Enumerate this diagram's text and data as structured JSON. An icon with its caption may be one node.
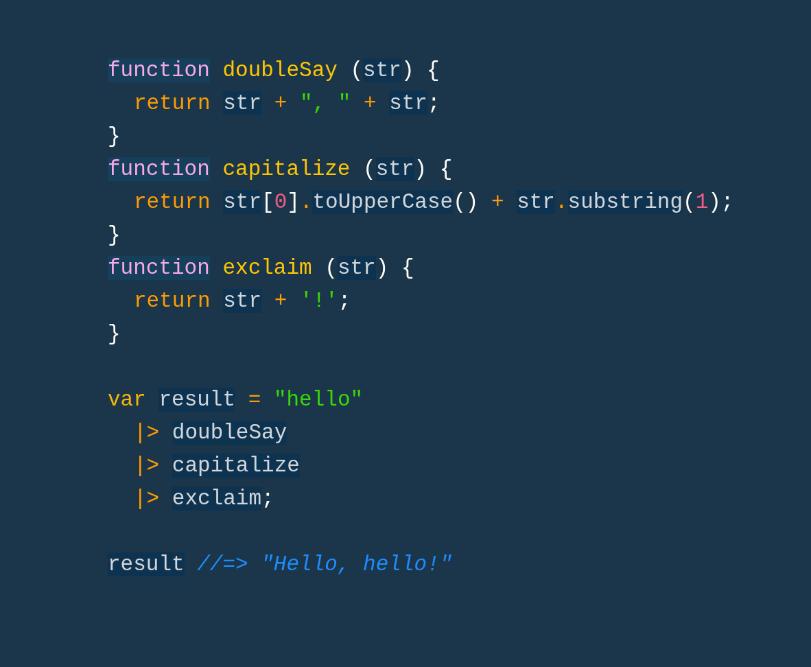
{
  "diagram": {
    "labels": [
      "function doubleSay (str) {",
      "return str + \", \" + str;",
      "}",
      "function capitalize (str) {",
      "return str[0].toUpperCase() + str.substring(1);",
      "}",
      "function exclaim (str) {",
      "return str + '!';",
      "}",
      "var result = \"hello\"",
      "|> doubleSay",
      "|> capitalize",
      "|> exclaim;",
      "result //=> \"Hello, hello!\""
    ]
  }
}
